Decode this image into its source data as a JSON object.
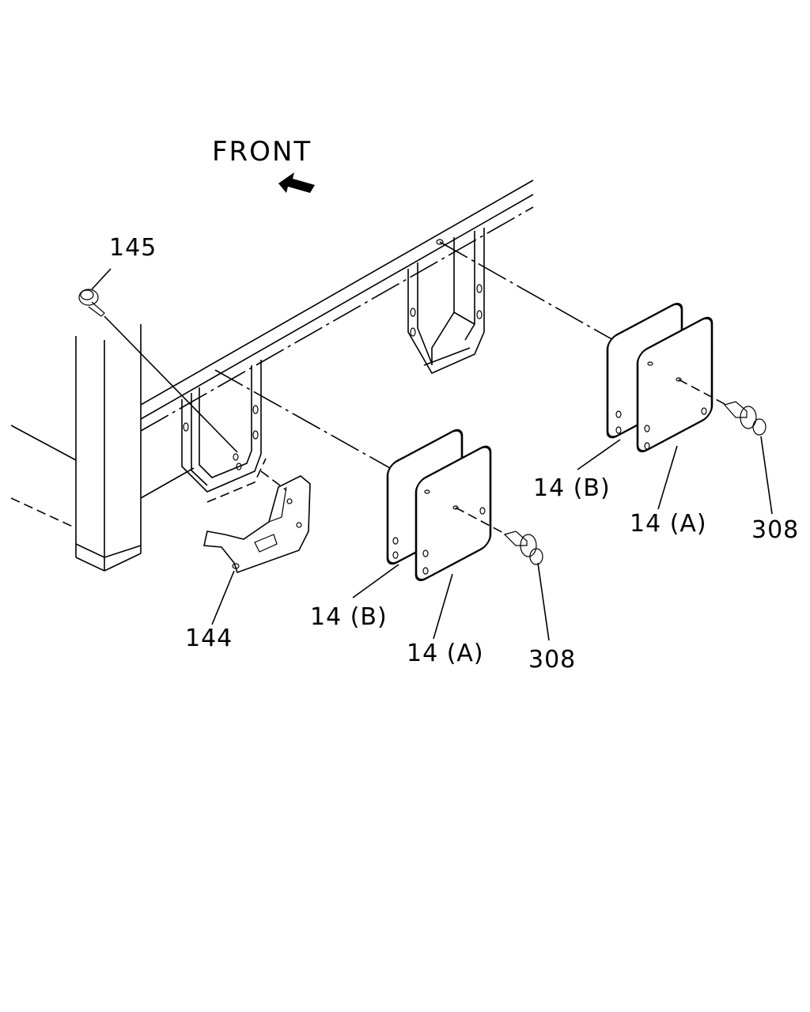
{
  "direction": {
    "label": "FRONT"
  },
  "parts": {
    "bolt_top": "145",
    "bracket": "144",
    "plate_b_front": "14 (B)",
    "plate_a_front": "14 (A)",
    "bolt_front": "308",
    "plate_b_rear": "14 (B)",
    "plate_a_rear": "14 (A)",
    "bolt_rear": "308"
  }
}
